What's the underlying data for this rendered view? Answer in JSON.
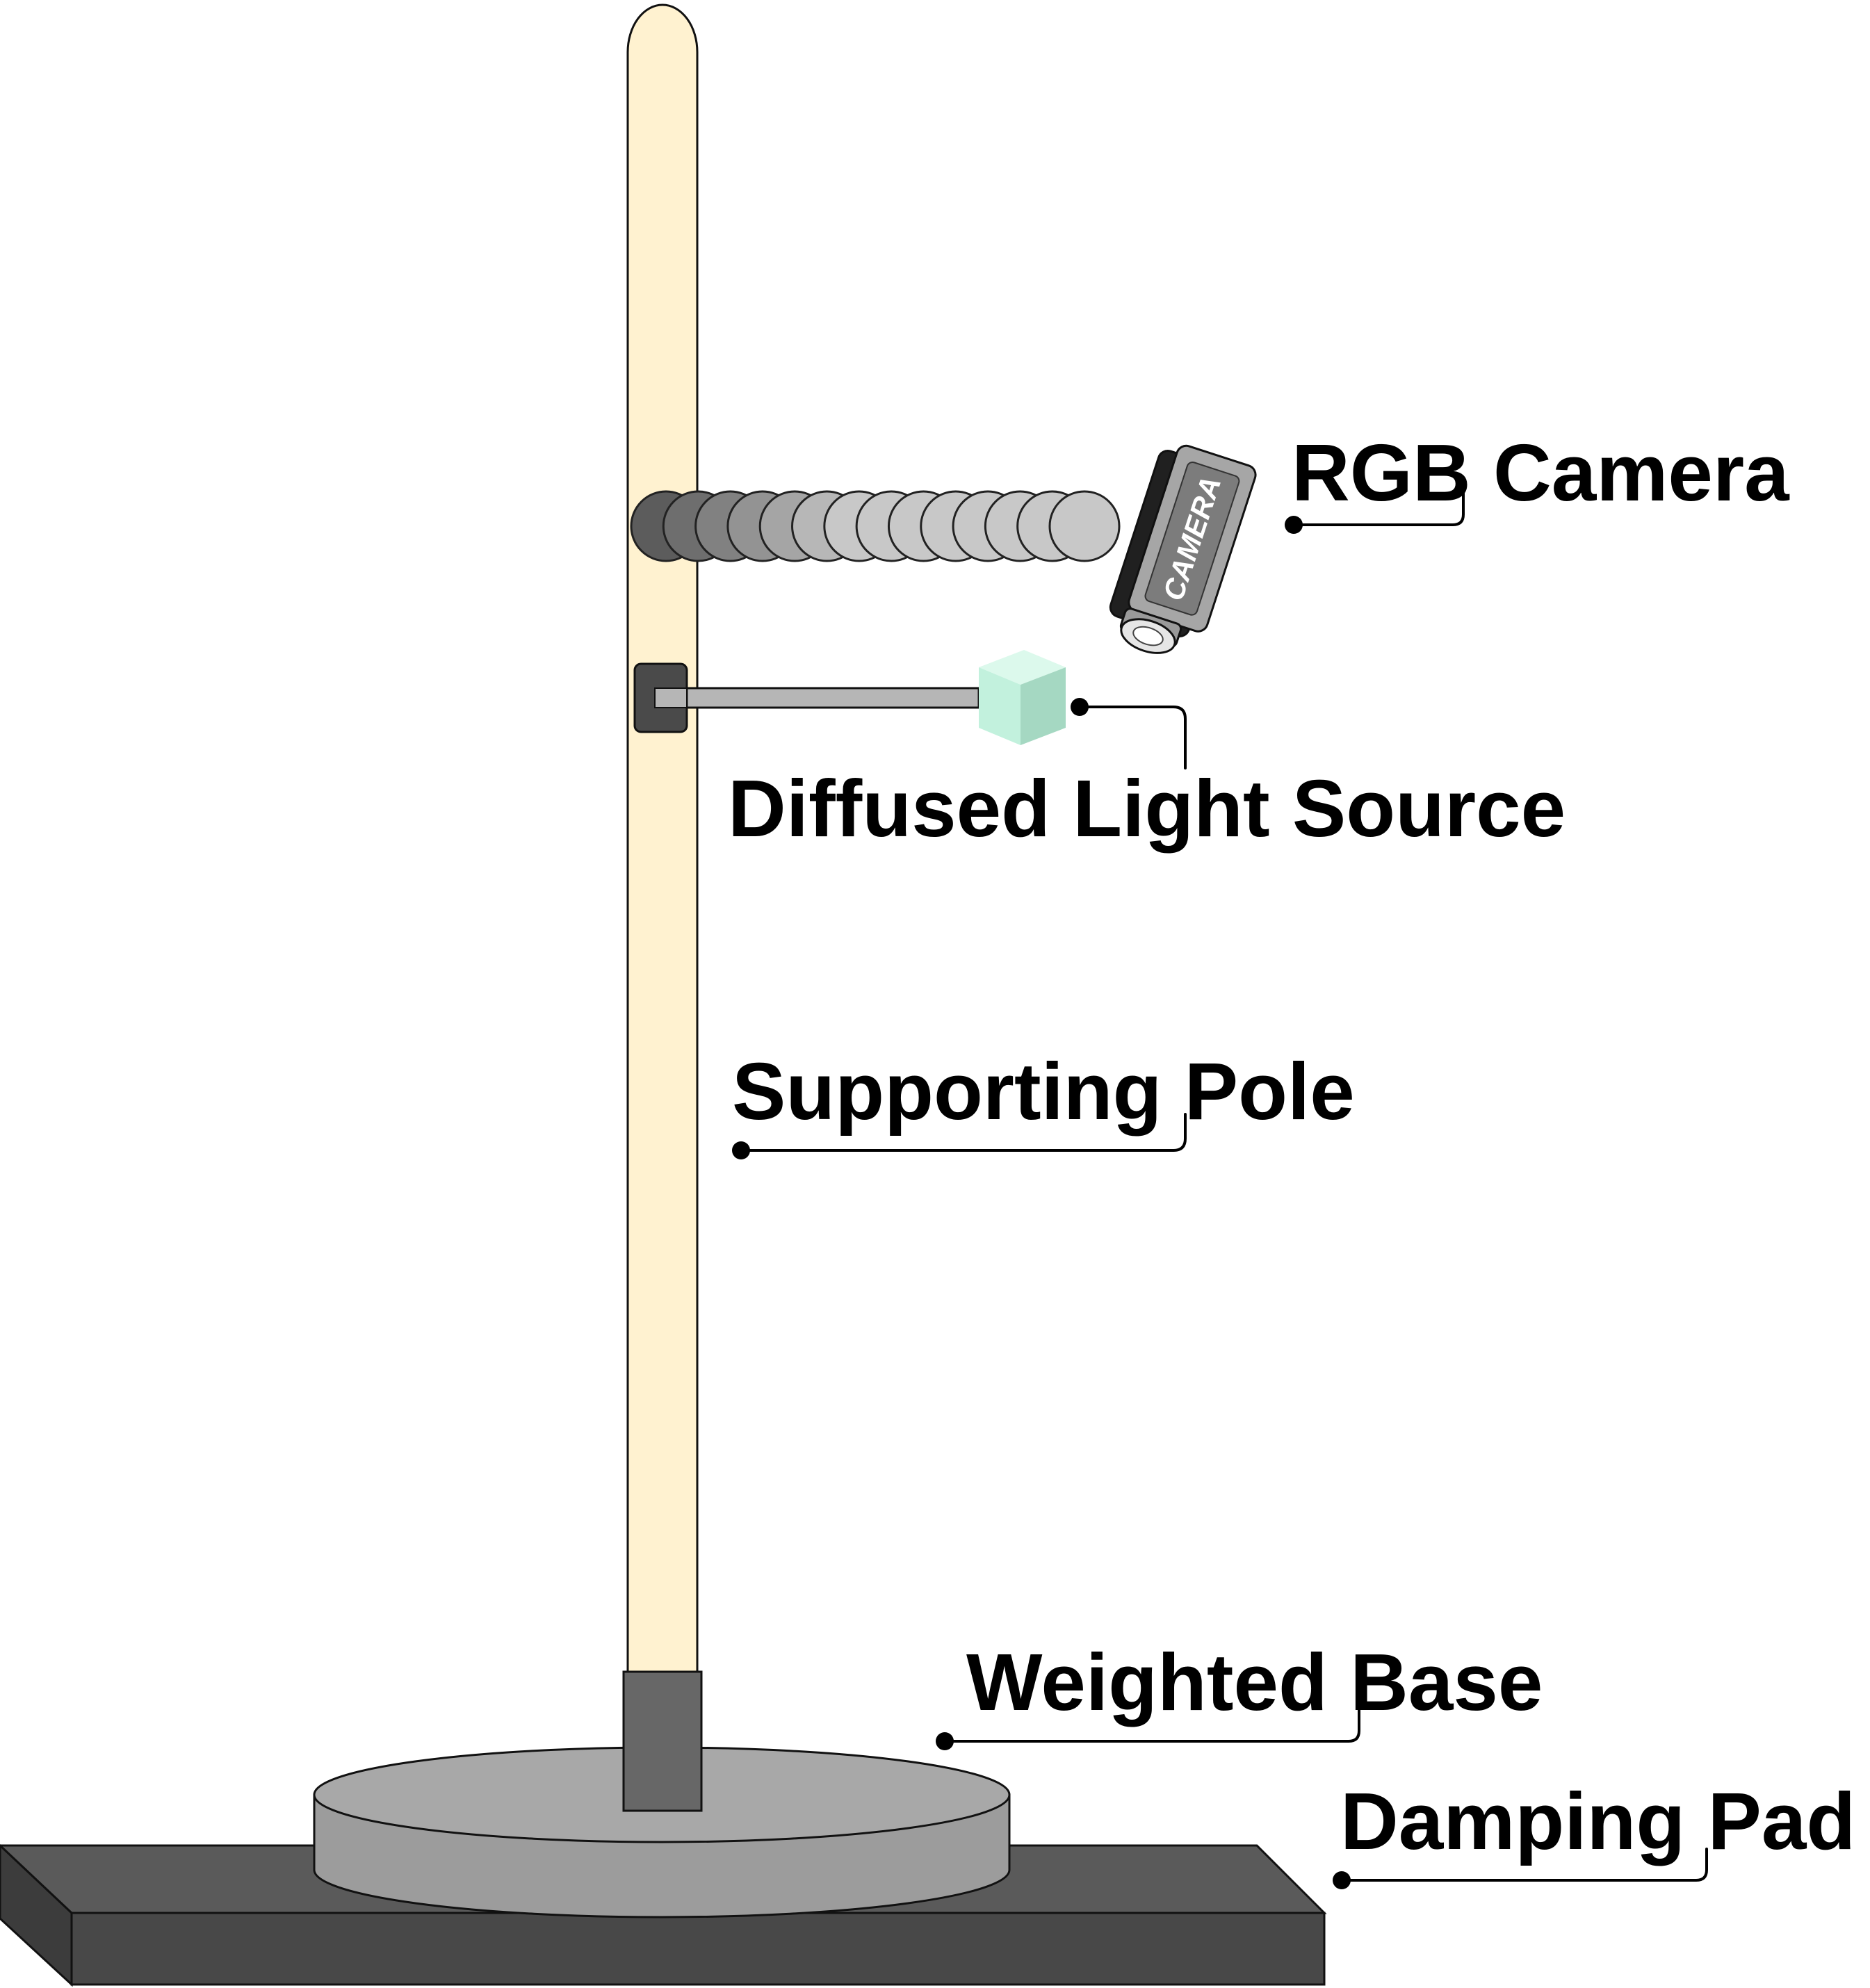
{
  "labels": {
    "rgb_camera": "RGB Camera",
    "diffused_light_source": "Diffused Light Source",
    "supporting_pole": "Supporting Pole",
    "weighted_base": "Weighted Base",
    "damping_pad": "Damping Pad"
  },
  "camera_body_text": "CAMERA",
  "colors": {
    "pole_fill": "#fff2d0",
    "damping_pad": "#4a4a4a",
    "weighted_base": "#9a9a9a",
    "sleeve": "#686868",
    "light_cube": "#c2f1dd",
    "gooseneck_dark": "#5c5c5c",
    "gooseneck_light": "#c8c8c8"
  }
}
